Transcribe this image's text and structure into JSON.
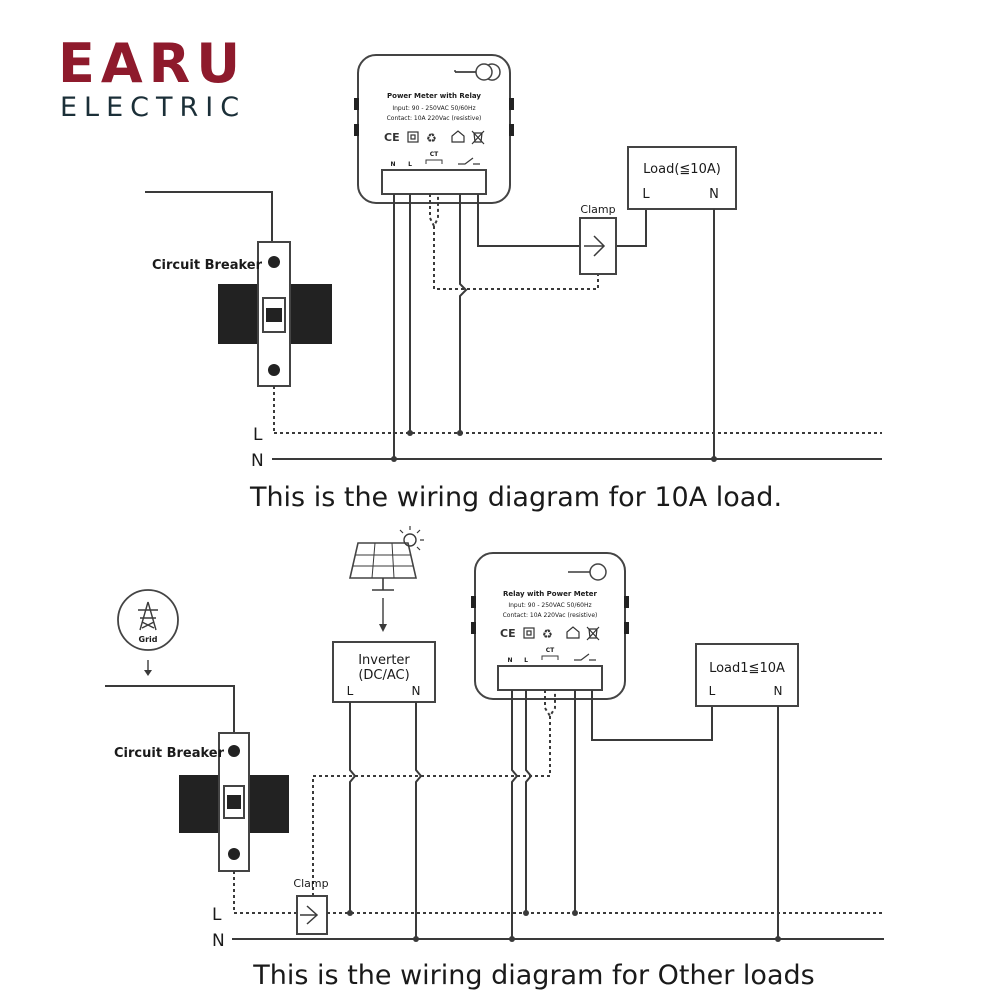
{
  "brand": {
    "name": "EARU",
    "sub": "ELECTRIC",
    "color": "#8e1a2c",
    "sub_color": "#1b2f38"
  },
  "diagram1": {
    "device": {
      "title": "Power Meter with Relay",
      "input": "Input: 90 - 250VAC 50/60Hz",
      "contact": "Contact: 10A 220Vac (resistive)",
      "terminal_n": "N",
      "terminal_l": "L",
      "ct_label": "CT"
    },
    "breaker_label": "Circuit Breaker",
    "clamp_label": "Clamp",
    "load": {
      "label": "Load(≦10A)",
      "l": "L",
      "n": "N"
    },
    "bus_l": "L",
    "bus_n": "N",
    "caption": "This is the wiring diagram for 10A load."
  },
  "diagram2": {
    "device": {
      "title": "Relay with Power Meter",
      "input": "Input: 90 - 250VAC 50/60Hz",
      "contact": "Contact: 10A 220Vac (resistive)",
      "terminal_n": "N",
      "terminal_l": "L",
      "ct_label": "CT"
    },
    "grid_label": "Grid",
    "breaker_label": "Circuit Breaker",
    "clamp_label": "Clamp",
    "inverter": {
      "line1": "Inverter",
      "line2": "(DC/AC)",
      "l": "L",
      "n": "N"
    },
    "load": {
      "label": "Load1≦10A",
      "l": "L",
      "n": "N"
    },
    "bus_l": "L",
    "bus_n": "N",
    "caption": "This is the wiring diagram for Other loads"
  },
  "colors": {
    "line": "#3a3a3a",
    "breaker_dark": "#222222",
    "box": "#444444"
  }
}
